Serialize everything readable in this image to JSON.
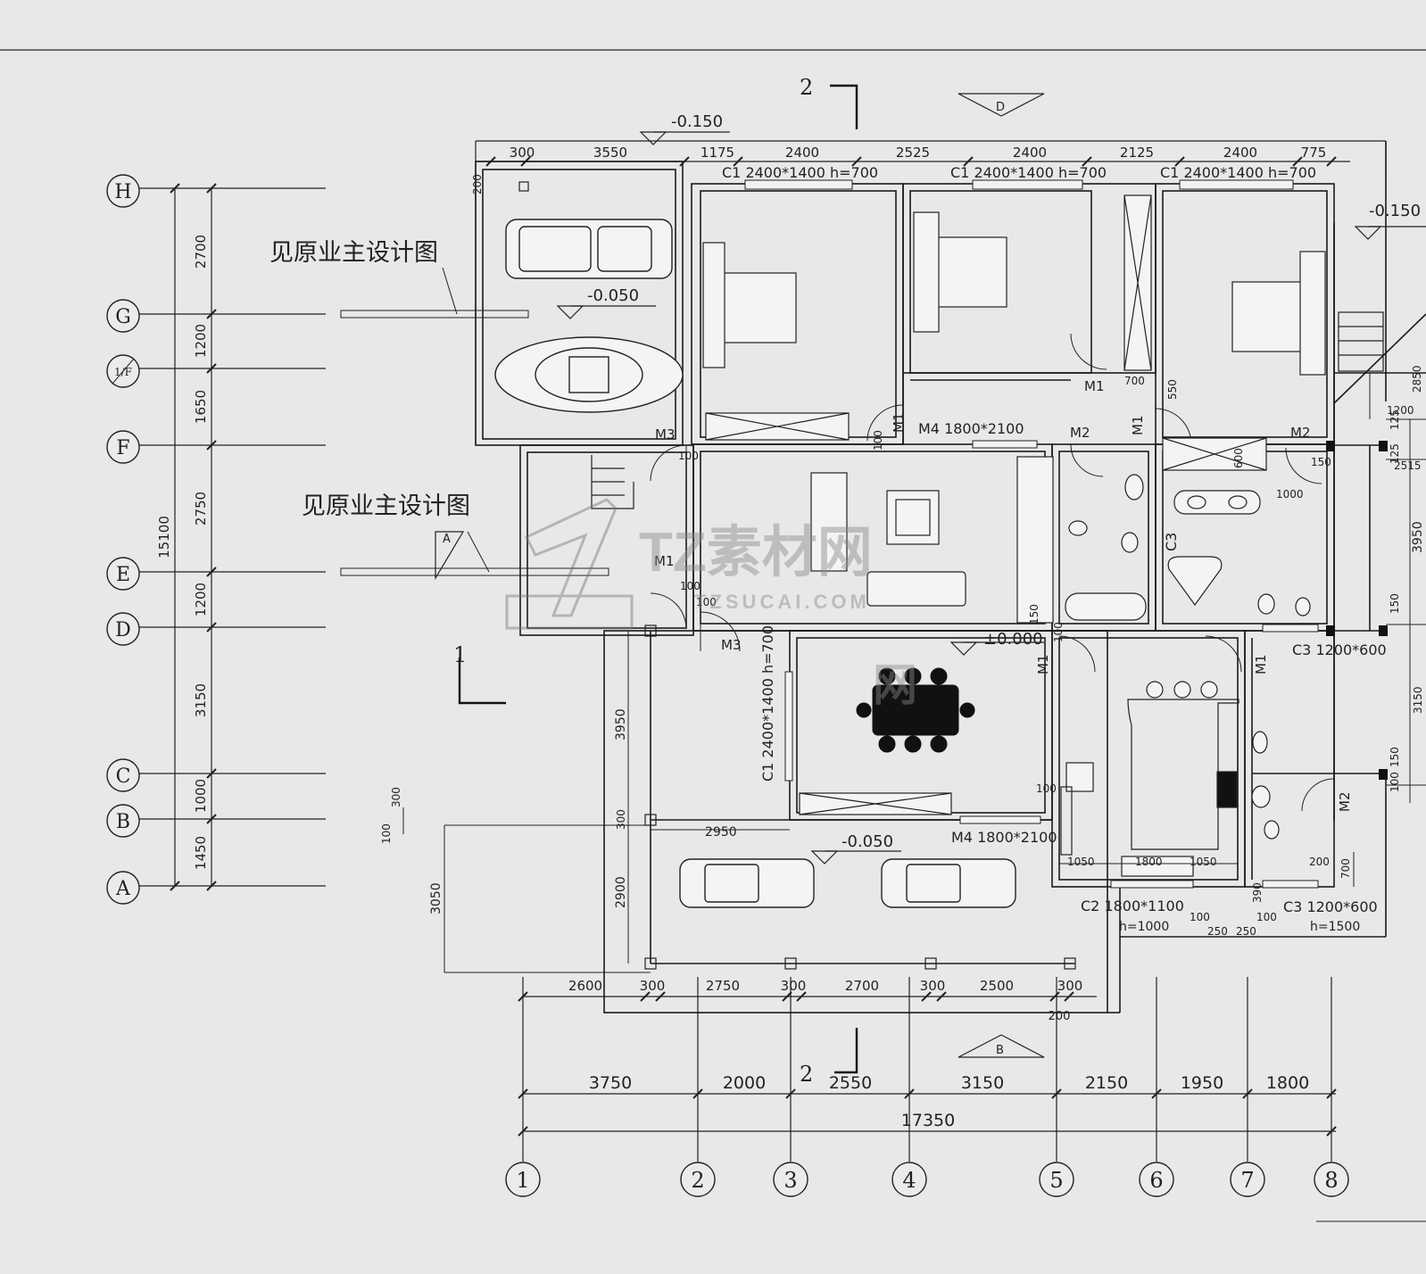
{
  "grid_rows": [
    {
      "id": "row-H",
      "label": "H"
    },
    {
      "id": "row-G",
      "label": "G"
    },
    {
      "id": "row-1F",
      "label": "1/F"
    },
    {
      "id": "row-F",
      "label": "F"
    },
    {
      "id": "row-E",
      "label": "E"
    },
    {
      "id": "row-D",
      "label": "D"
    },
    {
      "id": "row-C",
      "label": "C"
    },
    {
      "id": "row-B",
      "label": "B"
    },
    {
      "id": "row-A",
      "label": "A"
    }
  ],
  "grid_cols": [
    "1",
    "2",
    "3",
    "4",
    "5",
    "6",
    "7",
    "8"
  ],
  "left_dims": [
    "2700",
    "1200",
    "1650",
    "2750",
    "1200",
    "3150",
    "1000",
    "1450"
  ],
  "left_total": "15100",
  "bottom_dims_inner": [
    "2600",
    "300",
    "2750",
    "300",
    "2700",
    "300",
    "2500",
    "300"
  ],
  "bottom_dims_inner_extra": "200",
  "bottom_dims_axes": [
    "3750",
    "2000",
    "2550",
    "3150",
    "2150",
    "1950",
    "1800"
  ],
  "bottom_total": "17350",
  "top_dims": [
    "300",
    "3550",
    "1175",
    "2400",
    "2525",
    "2400",
    "2125",
    "2400",
    "775"
  ],
  "notes": {
    "owner_design_1": "见原业主设计图",
    "owner_design_2": "见原业主设计图"
  },
  "levels": {
    "top": "-0.150",
    "right": "-0.150",
    "garage": "-0.050",
    "carport": "-0.050",
    "hall": "±0.000"
  },
  "section_marks": {
    "s2_top": "2",
    "s2_bottom": "2",
    "s1": "1",
    "view_d": "D",
    "view_b": "B",
    "view_a": "A"
  },
  "openings": {
    "c1_a": "C1 2400*1400 h=700",
    "c1_b": "C1 2400*1400 h=700",
    "c1_c": "C1 2400*1400 h=700",
    "c1_vertical": "C1 2400*1400 h=700",
    "c2": "C2 1800*1100",
    "c2_h": "h=1000",
    "c3_right": "C3 1200*600",
    "c3_bottom": "C3 1200*600",
    "c3_bottom_h": "h=1500",
    "c3_bath": "C3",
    "m4_top": "M4 1800*2100",
    "m4_bottom": "M4 1800*2100"
  },
  "door_tags": {
    "m1_a": "M1",
    "m1_b": "M1",
    "m1_c": "M1",
    "m1_d": "M1",
    "m1_e": "M1",
    "m1_f": "M1",
    "m2_a": "M2",
    "m2_b": "M2",
    "m2_c": "M2",
    "m3_a": "M3",
    "m3_b": "M3"
  },
  "small_dims": {
    "d700": "700",
    "d550": "550",
    "d600": "600",
    "d150a": "150",
    "d1000": "1000",
    "d100a": "100",
    "d100b": "100",
    "d100c": "100",
    "d100d": "100",
    "d100e": "100",
    "d200a": "200",
    "d3950_left": "3950",
    "d3950_right": "3950",
    "d2950": "2950",
    "d2900": "2900",
    "d3050": "3050",
    "d300a": "300",
    "d300b": "300",
    "d1050a": "1050",
    "d1800": "1800",
    "d1050b": "1050",
    "d200b": "200",
    "d700b": "700",
    "d2850": "2850",
    "d1200r": "1200",
    "d125a": "125",
    "d125b": "125",
    "d2515": "2515",
    "d150b": "150",
    "d3150r": "3150",
    "d150c": "150",
    "d100f": "100",
    "d150d": "150",
    "d100g": "100",
    "d390": "390",
    "d100h": "100",
    "d100i": "100",
    "d250a": "250",
    "d250b": "250",
    "d100j": "100"
  },
  "watermark": {
    "brand": "TZ素材网",
    "url": "TZSUCAI.COM",
    "mark": "网"
  }
}
